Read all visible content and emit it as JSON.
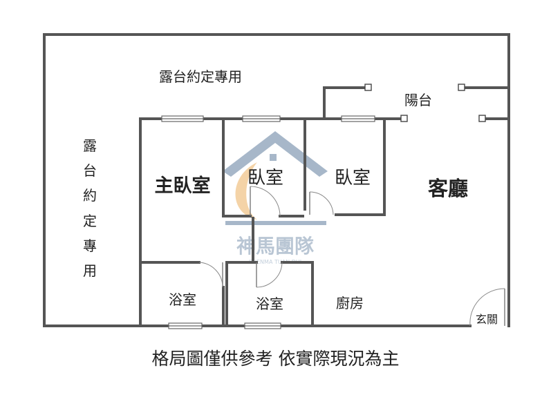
{
  "rooms": {
    "terrace_top": "露台約定專用",
    "terrace_side": [
      "露",
      "台",
      "約",
      "定",
      "專",
      "用"
    ],
    "balcony": "陽台",
    "master_bedroom": "主臥室",
    "bedroom_1": "臥室",
    "bedroom_2": "臥室",
    "living_room": "客廳",
    "bathroom_1": "浴室",
    "bathroom_2": "浴室",
    "kitchen": "廚房",
    "entrance": "玄關"
  },
  "watermark": {
    "brand": "神馬團隊",
    "subtitle": "SHENMA TUAN DUI",
    "colors": {
      "house": "#8aa0b8",
      "moon": "#f1c58a"
    }
  },
  "caption": "格局圖僅供參考 依實際現況為主",
  "colors": {
    "wall": "#555555",
    "text": "#222222"
  }
}
